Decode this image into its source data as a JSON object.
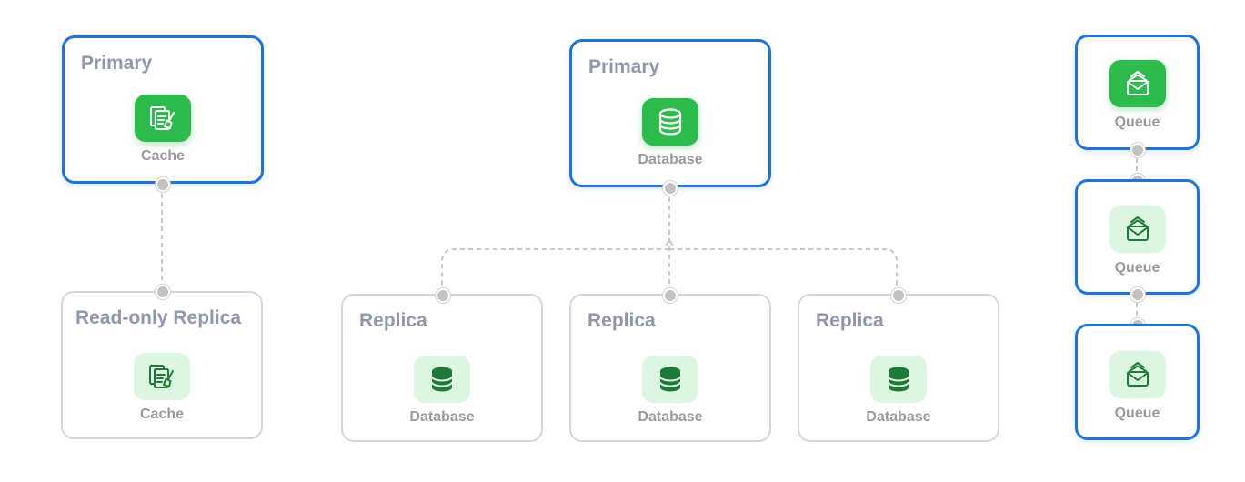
{
  "cache_group": {
    "primary": {
      "title": "Primary",
      "caption": "Cache",
      "icon": "cache-icon"
    },
    "replica": {
      "title": "Read-only Replica",
      "caption": "Cache",
      "icon": "cache-icon"
    }
  },
  "database_group": {
    "primary": {
      "title": "Primary",
      "caption": "Database",
      "icon": "database-icon"
    },
    "replicas": [
      {
        "title": "Replica",
        "caption": "Database",
        "icon": "database-icon"
      },
      {
        "title": "Replica",
        "caption": "Database",
        "icon": "database-icon"
      },
      {
        "title": "Replica",
        "caption": "Database",
        "icon": "database-icon"
      }
    ]
  },
  "queue_group": {
    "nodes": [
      {
        "caption": "Queue",
        "icon": "queue-icon"
      },
      {
        "caption": "Queue",
        "icon": "queue-icon"
      },
      {
        "caption": "Queue",
        "icon": "queue-icon"
      }
    ]
  },
  "colors": {
    "selected_border": "#1f74d6",
    "default_border": "#d6d6d6",
    "accent_green": "#2ebb4d",
    "light_green": "#dcf6e1",
    "title_text": "#8f97ad",
    "caption_text": "#9a9a9a",
    "connector": "#c8c8c8"
  }
}
